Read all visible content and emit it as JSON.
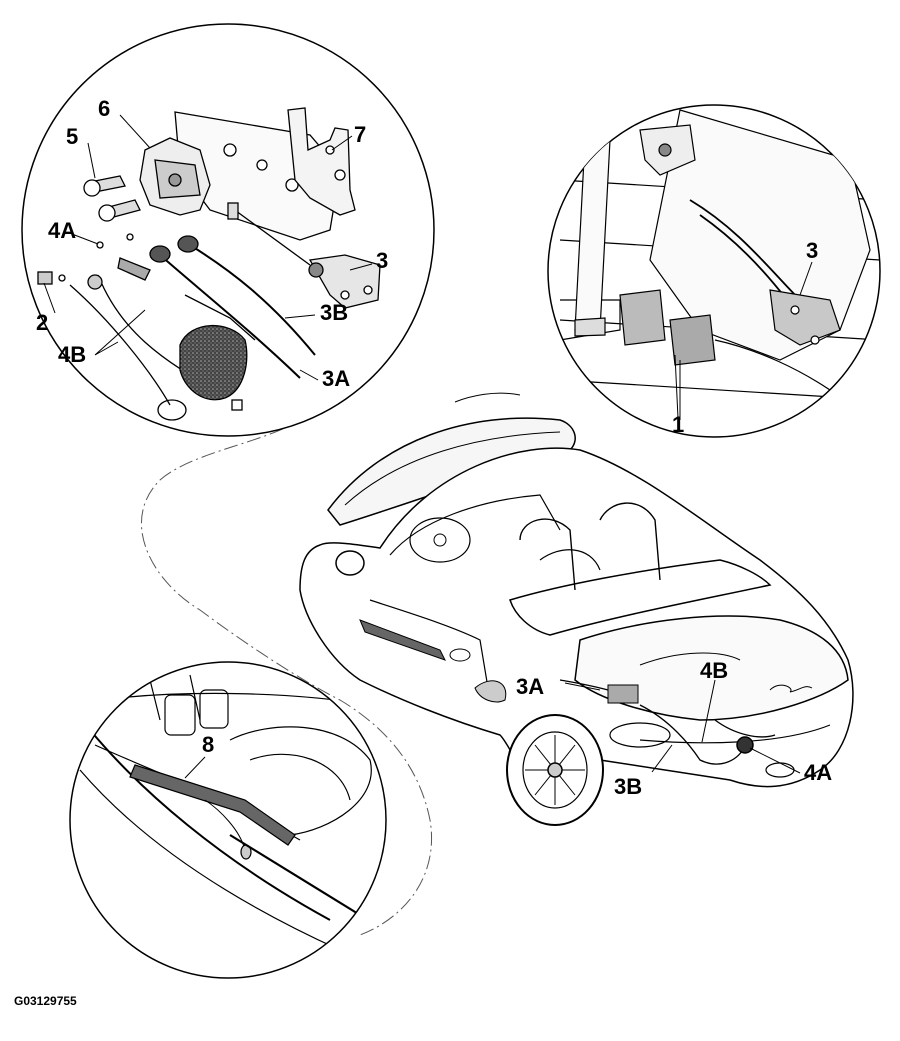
{
  "figure_id": "G03129755",
  "callouts": {
    "top_left": {
      "c6": "6",
      "c5": "5",
      "c7": "7",
      "c4a": "4A",
      "c3": "3",
      "c2": "2",
      "c3b": "3B",
      "c4b": "4B",
      "c3a": "3A"
    },
    "top_right": {
      "c3": "3",
      "c1": "1"
    },
    "car": {
      "c3a": "3A",
      "c4b": "4B",
      "c3b": "3B",
      "c4a": "4A"
    },
    "bottom_left": {
      "c8": "8"
    }
  }
}
